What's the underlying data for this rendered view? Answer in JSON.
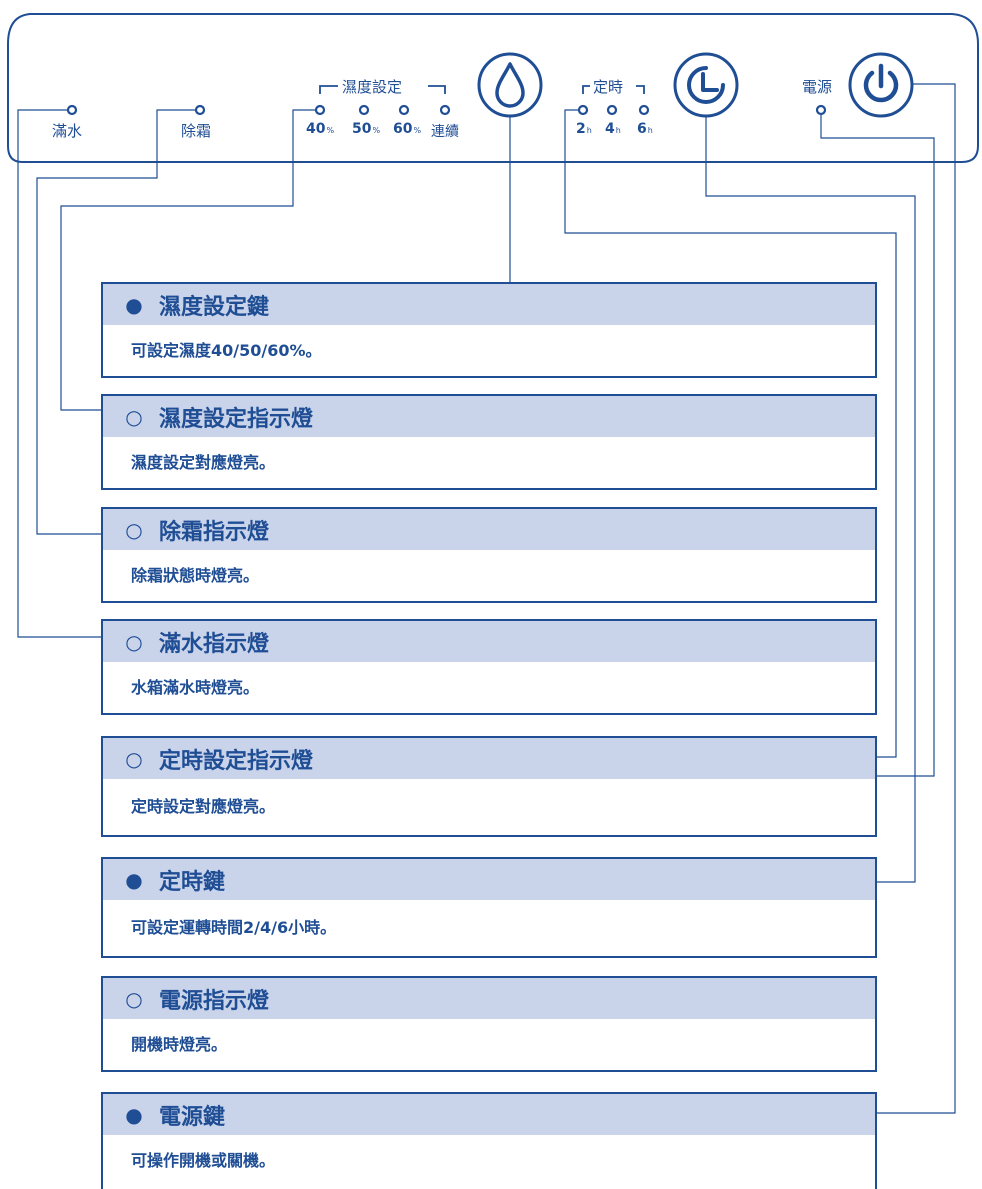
{
  "panel": {
    "indicators": {
      "full_water": "滿水",
      "defrost": "除霜",
      "humidity_group": "濕度設定",
      "h40": "40",
      "h50": "50",
      "h60": "60",
      "pct": "%",
      "continuous": "連續",
      "timer_group": "定時",
      "t2": "2",
      "t4": "4",
      "t6": "6",
      "hour_unit": "h",
      "power": "電源"
    },
    "icons": [
      "water-drop-icon",
      "clock-icon",
      "power-icon"
    ]
  },
  "callouts": [
    {
      "kind": "button",
      "marker": "●",
      "title": "濕度設定鍵",
      "desc": "可設定濕度40/50/60%。"
    },
    {
      "kind": "indicator",
      "marker": "○",
      "title": "濕度設定指示燈",
      "desc": "濕度設定對應燈亮。"
    },
    {
      "kind": "indicator",
      "marker": "○",
      "title": "除霜指示燈",
      "desc": "除霜狀態時燈亮。"
    },
    {
      "kind": "indicator",
      "marker": "○",
      "title": "滿水指示燈",
      "desc": "水箱滿水時燈亮。"
    },
    {
      "kind": "indicator",
      "marker": "○",
      "title": "定時設定指示燈",
      "desc": "定時設定對應燈亮。"
    },
    {
      "kind": "button",
      "marker": "●",
      "title": "定時鍵",
      "desc": "可設定運轉時間2/4/6小時。"
    },
    {
      "kind": "indicator",
      "marker": "○",
      "title": "電源指示燈",
      "desc": "開機時燈亮。"
    },
    {
      "kind": "button",
      "marker": "●",
      "title": "電源鍵",
      "desc": "可操作開機或關機。"
    }
  ],
  "colors": {
    "line": "#1f4e95",
    "header_fill": "#c9d3ea",
    "background": "#ffffff"
  }
}
